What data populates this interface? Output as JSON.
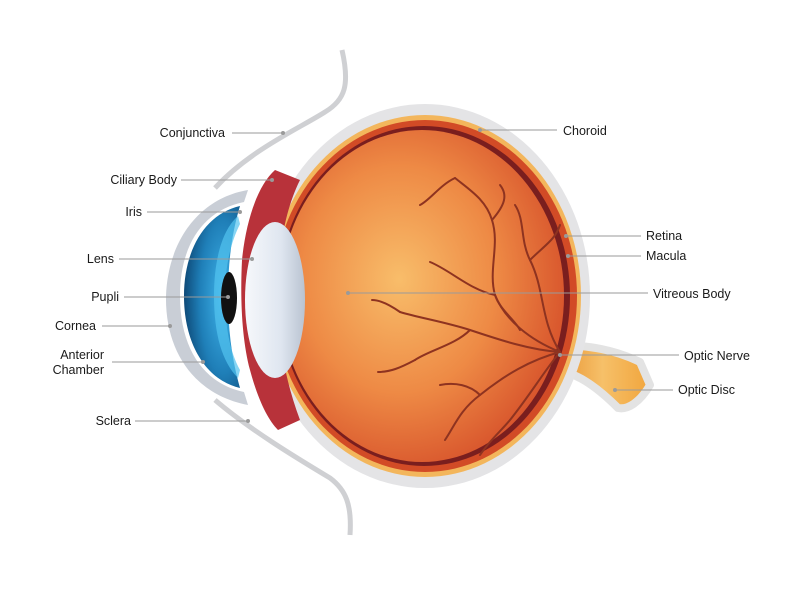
{
  "labels_left": {
    "conjunctiva": "Conjunctiva",
    "ciliary_body": "Ciliary Body",
    "iris": "Iris",
    "lens": "Lens",
    "pupil": "Pupli",
    "cornea": "Cornea",
    "anterior_chamber_1": "Anterior",
    "anterior_chamber_2": "Chamber",
    "sclera": "Sclera"
  },
  "labels_right": {
    "choroid": "Choroid",
    "retina": "Retina",
    "macula": "Macula",
    "vitreous_body": "Vitreous Body",
    "optic_nerve": "Optic Nerve",
    "optic_disc": "Optic Disc"
  },
  "colors": {
    "sclera_outer": "#e6e6e8",
    "choroid_band": "#f2b35a",
    "retina_dark": "#7a1e1e",
    "vitreous_center": "#f7b15e",
    "vitreous_edge": "#d9532b",
    "iris_blue": "#1f7fb8",
    "lens": "#dfe6f0",
    "optic_nerve": "#f1a53c",
    "vessel": "#8e3320",
    "leader_line": "#9a9a9a"
  }
}
